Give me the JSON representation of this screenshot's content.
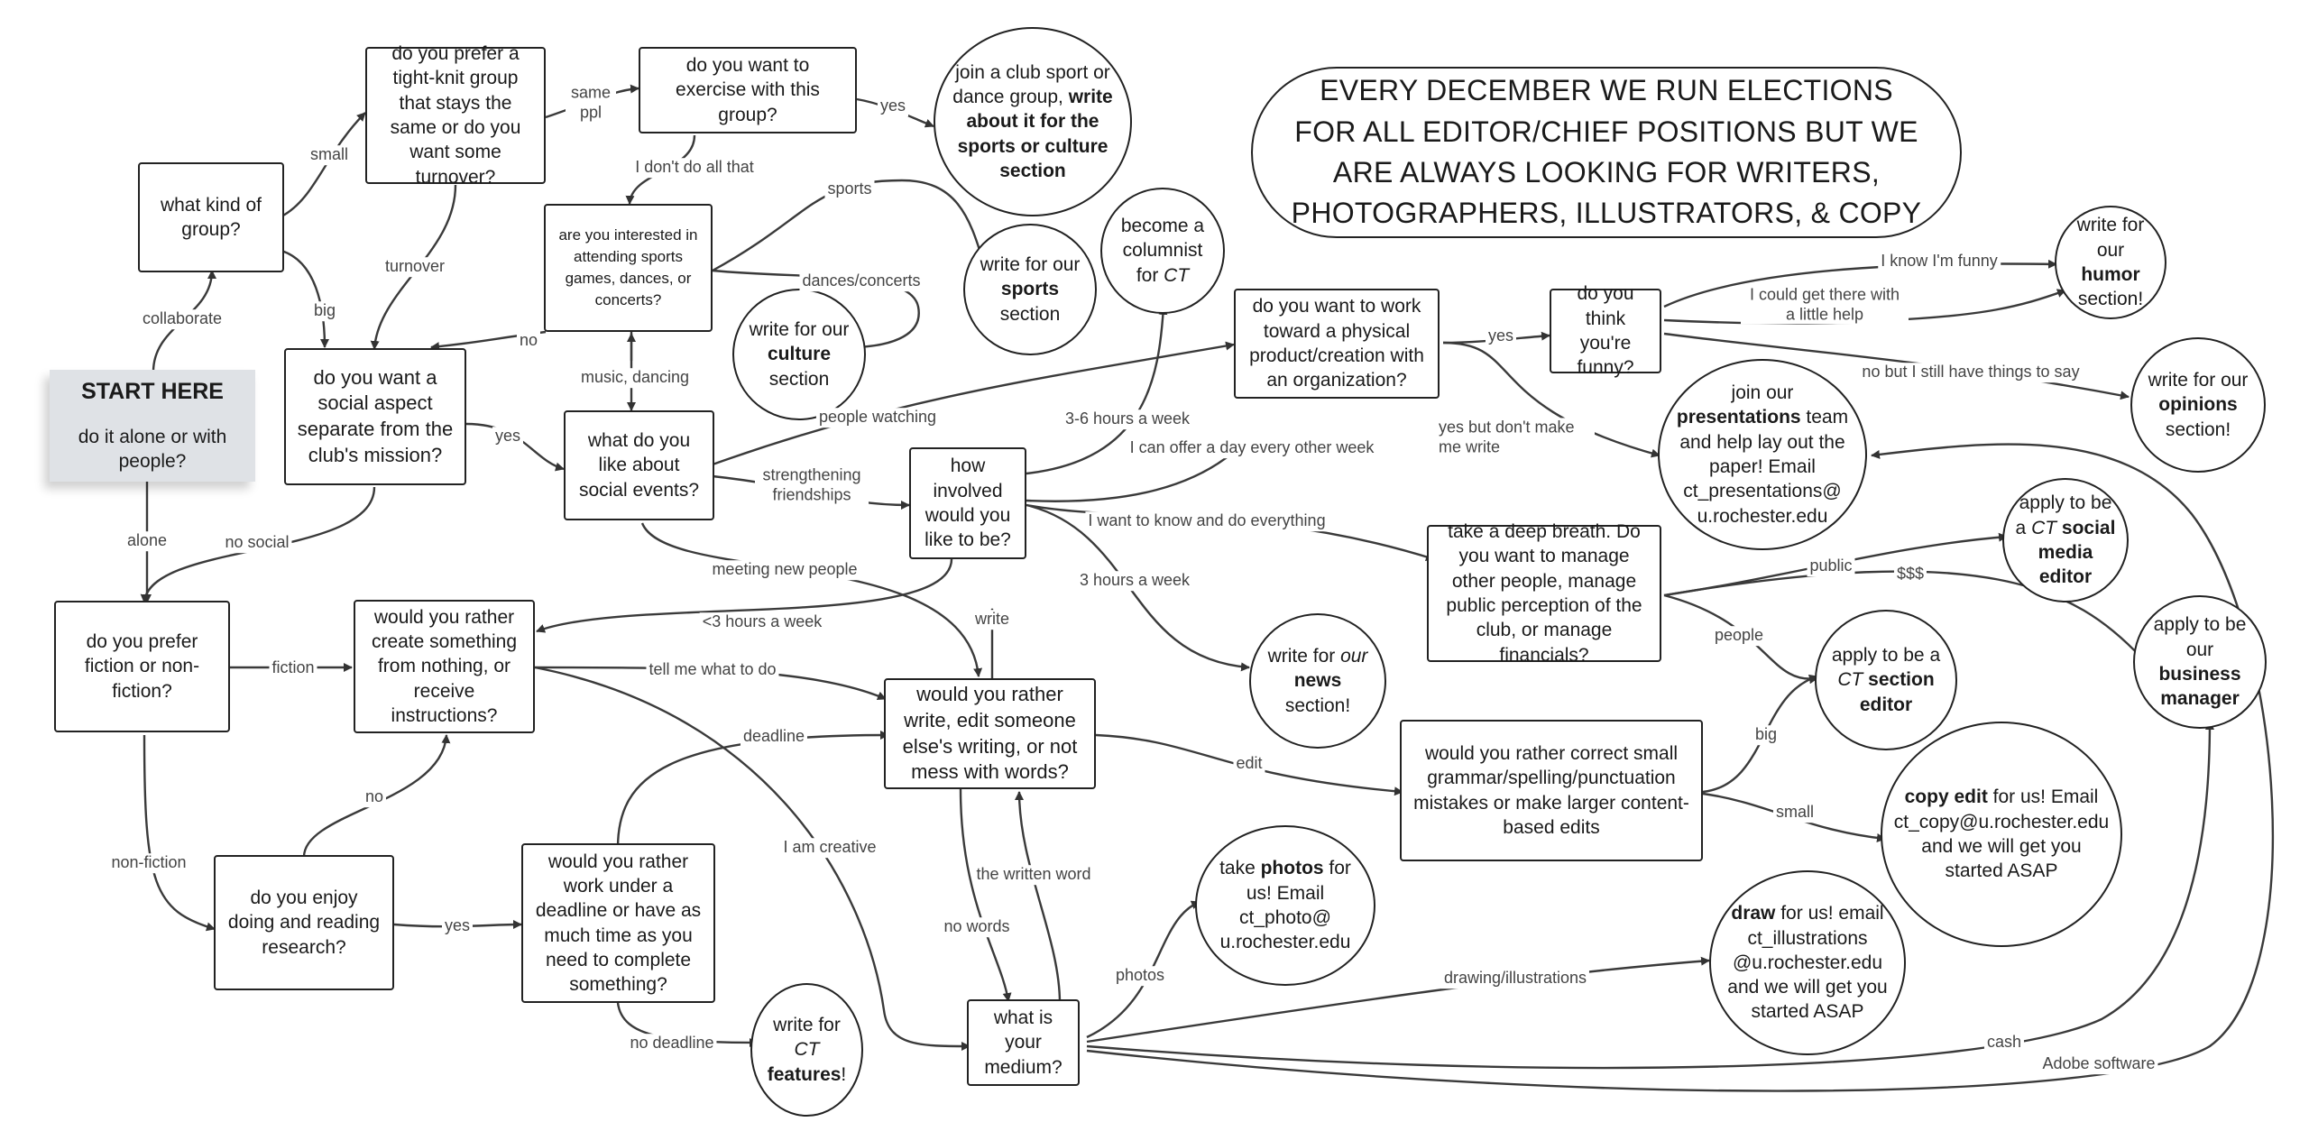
{
  "nodes": {
    "start_title": "START HERE",
    "start_sub": "do it alone or with people?",
    "what_kind_group": "what kind of group?",
    "tight_knit": "do you prefer a tight-knit group that stays the same or do you want some turnover?",
    "exercise": "do you want to exercise with this group?",
    "club_sport": {
      "t1": "join a club sport or dance group, ",
      "b1": "write about it for the  sports or culture section"
    },
    "interested_sports": "are you interested in attending sports games, dances, or concerts?",
    "write_sports": {
      "t1": "write for our ",
      "b1": "sports",
      "t2": " section"
    },
    "write_culture": {
      "t1": "write for our ",
      "b1": "culture",
      "t2": " section"
    },
    "columnist": {
      "t1": "become a columnist for ",
      "i1": "CT"
    },
    "social_aspect": "do you want a social aspect separate from the club's mission?",
    "like_social": "what do you like about social events?",
    "how_involved": "how involved would you like to be?",
    "physical_product": "do you want to work toward a physical product/creation with an organization?",
    "funny": "do you think you're funny?",
    "humor": {
      "t1": "write for our ",
      "b1": "humor",
      "t2": " section!"
    },
    "opinions": {
      "t1": "write for our ",
      "b1": "opinions",
      "t2": " section!"
    },
    "presentations": {
      "t1": "join our ",
      "b1": "presentations",
      "t2": " team and help lay out the paper! Email ct_presentations@ u.rochester.edu"
    },
    "banner": "EVERY DECEMBER WE RUN ELECTIONS FOR ALL EDITOR/CHIEF POSITIONS BUT WE ARE ALWAYS LOOKING FOR WRITERS, PHOTOGRAPHERS, ILLUSTRATORS, & COPY",
    "fiction_nonfiction": "do you prefer fiction or non-fiction?",
    "create_something": "would you rather create something from nothing, or receive instructions?",
    "write_edit": "would you rather write, edit someone else's writing, or not mess with words?",
    "write_news": {
      "t1": "write for ",
      "i1": "our",
      "b1": "news",
      "t2": " section!"
    },
    "deep_breath": "take a deep breath. Do you want to manage other people, manage public perception of the club, or manage financials?",
    "social_media": {
      "t1": "apply to be a ",
      "i1": "CT",
      "b1": "social media editor"
    },
    "section_editor": {
      "t1": "apply to be a ",
      "i1": "CT",
      "b1": "section editor"
    },
    "business_manager": {
      "t1": "apply to be our ",
      "b1": "business manager"
    },
    "correct_small": "would you rather correct small grammar/spelling/punctuation mistakes or make larger content-based edits",
    "copy_edit": {
      "b1": "copy edit",
      "t1": " for us! Email ct_copy@u.rochester.edu and we will get you started ASAP"
    },
    "enjoy_research": "do you enjoy doing and reading research?",
    "deadline_q": "would you rather work under a deadline or have as much time as you need to complete something?",
    "features": {
      "t1": "write for ",
      "i1": "CT",
      "b1": "features",
      "t2": "!"
    },
    "medium": "what is your medium?",
    "photos": {
      "t1": "take ",
      "b1": "photos",
      "t2": " for us! Email ct_photo@ u.rochester.edu"
    },
    "draw": {
      "b1": "draw",
      "t1": " for us! email ct_illustrations @u.rochester.edu and we will get you started ASAP"
    }
  },
  "edge_labels": {
    "collaborate": "collaborate",
    "alone": "alone",
    "small": "small",
    "big": "big",
    "same_ppl": "same ppl",
    "turnover": "turnover",
    "yes1": "yes",
    "dont_do": "I don't do all that",
    "sports": "sports",
    "dances_concerts": "dances/concerts",
    "music_dancing": "music, dancing",
    "no1": "no",
    "yes2": "yes",
    "no_social": "no social",
    "people_watching": "people watching",
    "strengthening": "strengthening friendships",
    "meeting_new": "meeting new people",
    "hours_3_6": "3-6 hours a week",
    "offer_day": "I can offer a day every other week",
    "know_everything": "I want to know and do everything",
    "hours_3": "3 hours a week",
    "less_3": "<3 hours a week",
    "yes3": "yes",
    "yes_but": "yes but don't make me write",
    "funny_know": "I know I'm funny",
    "funny_help": "I could get there with a little help",
    "no_but": "no but I still have things to say",
    "public": "public",
    "money": "$$$",
    "people": "people",
    "fiction": "fiction",
    "nonfiction": "non-fiction",
    "tell_me": "tell me what to do",
    "deadline": "deadline",
    "i_am_creative": "I am creative",
    "write": "write",
    "edit": "edit",
    "big2": "big",
    "small2": "small",
    "no2": "no",
    "yes4": "yes",
    "no_deadline": "no deadline",
    "no_words": "no words",
    "written_word": "the written word",
    "photos": "photos",
    "drawing": "drawing/illustrations",
    "cash": "cash",
    "adobe": "Adobe software"
  }
}
